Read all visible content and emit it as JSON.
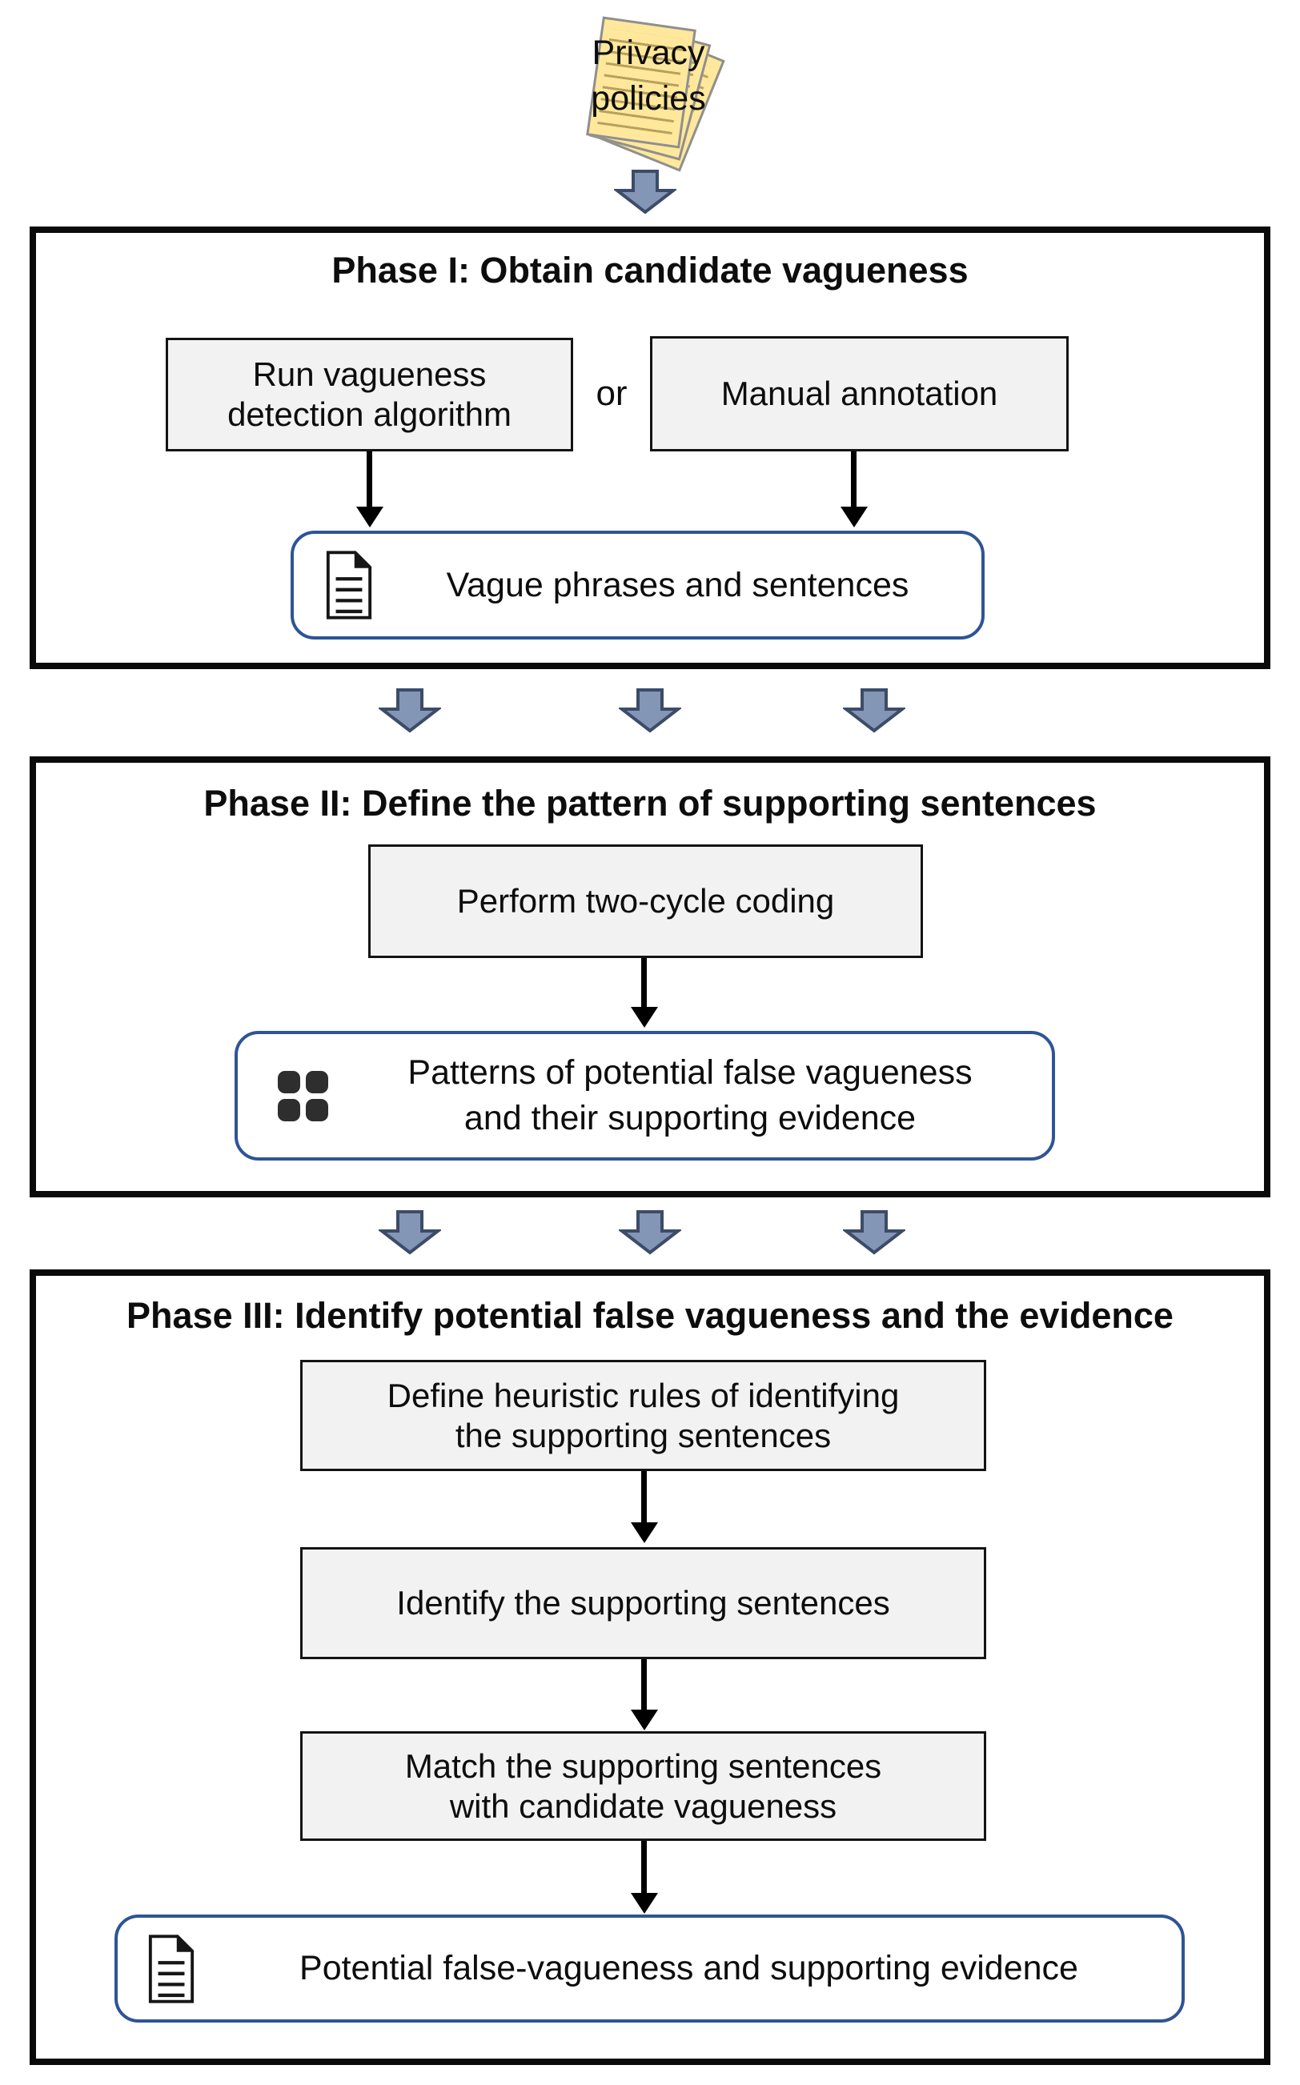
{
  "source": {
    "label": "Privacy\npolicies",
    "icon": "stacked-documents-icon"
  },
  "phase1": {
    "title": "Phase I: Obtain candidate vagueness",
    "run_box": "Run vagueness\ndetection algorithm",
    "or_label": "or",
    "manual_box": "Manual annotation",
    "outcome": {
      "icon": "document-icon",
      "label": "Vague phrases and sentences"
    }
  },
  "phase2": {
    "title": "Phase II: Define the pattern of supporting sentences",
    "coding_box": "Perform two-cycle coding",
    "outcome": {
      "icon": "grid-icon",
      "label": "Patterns of potential false vagueness\nand their supporting evidence"
    }
  },
  "phase3": {
    "title": "Phase III: Identify potential false vagueness and the evidence",
    "define_box": "Define heuristic rules of identifying\nthe supporting sentences",
    "identify_box": "Identify the supporting sentences",
    "match_box": "Match the supporting sentences\nwith candidate vagueness",
    "outcome": {
      "icon": "document-icon",
      "label": "Potential false-vagueness and supporting evidence"
    }
  },
  "colors": {
    "phase_border": "#0a0a0a",
    "process_fill": "#f2f2f2",
    "process_border": "#141414",
    "outcome_border": "#2e5496",
    "block_arrow_fill": "#8496b5",
    "block_arrow_stroke": "#3c4c68",
    "page_fill": "#ffe89b"
  }
}
